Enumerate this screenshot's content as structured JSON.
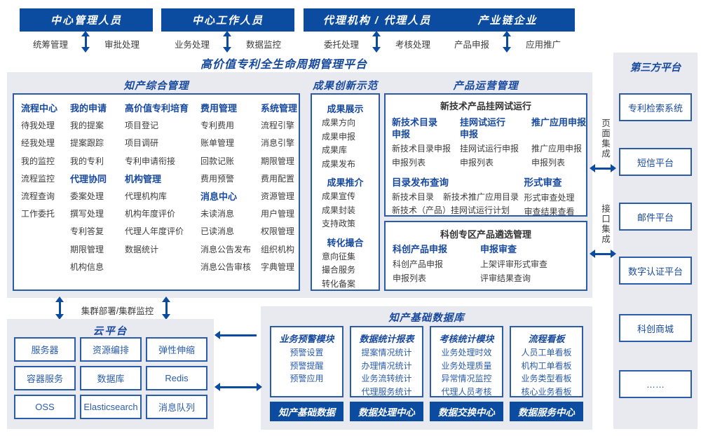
{
  "title": "高价值专利全生命周期管理平台",
  "colors": {
    "primary_blue": "#0c4ca0",
    "border_blue": "#2a5caa",
    "heading_blue": "#17499e",
    "panel_bg": "#e9e9f0",
    "body_text": "#3d3d3d"
  },
  "actors": [
    {
      "label": "中心管理人员",
      "left_tag": "统筹管理",
      "right_tag": "审批处理"
    },
    {
      "label": "中心工作人员",
      "left_tag": "业务处理",
      "right_tag": "数据监控"
    },
    {
      "label": "代理机构 / 代理人员",
      "left_tag": "委托处理",
      "right_tag": "考核处理"
    },
    {
      "label": "产业链企业",
      "left_tag": "产品申报",
      "right_tag": "应用推广"
    }
  ],
  "ip_mgmt": {
    "heading": "知产综合管理",
    "columns": [
      {
        "rows": [
          {
            "t": "流程中心",
            "h": true
          },
          {
            "t": "待我处理"
          },
          {
            "t": "经我处理"
          },
          {
            "t": "我的监控"
          },
          {
            "t": "流程监控"
          },
          {
            "t": "流程查询"
          },
          {
            "t": "工作委托"
          }
        ]
      },
      {
        "rows": [
          {
            "t": "我的申请",
            "h": true
          },
          {
            "t": "我的提案"
          },
          {
            "t": "提案跟踪"
          },
          {
            "t": "我的专利"
          },
          {
            "t": "代理协同",
            "h": true
          },
          {
            "t": "委案处理"
          },
          {
            "t": "撰写处理"
          },
          {
            "t": "专利答复"
          },
          {
            "t": "期限管理"
          },
          {
            "t": "机构信息"
          }
        ]
      },
      {
        "rows": [
          {
            "t": "高价值专利培育",
            "h": true
          },
          {
            "t": "项目登记"
          },
          {
            "t": "项目调研"
          },
          {
            "t": "专利申请衔接"
          },
          {
            "t": "机构管理",
            "h": true
          },
          {
            "t": "代理机构库"
          },
          {
            "t": "机构年度评价"
          },
          {
            "t": "代理人年度评价"
          },
          {
            "t": "数据统计"
          }
        ]
      },
      {
        "rows": [
          {
            "t": "费用管理",
            "h": true
          },
          {
            "t": "专利费用"
          },
          {
            "t": "账单管理"
          },
          {
            "t": "回款记账"
          },
          {
            "t": "费用预警"
          },
          {
            "t": "消息中心",
            "h": true
          },
          {
            "t": "未读消息"
          },
          {
            "t": "已读消息"
          },
          {
            "t": "消息公告发布"
          },
          {
            "t": "消息公告审核"
          }
        ]
      },
      {
        "rows": [
          {
            "t": "系统管理",
            "h": true
          },
          {
            "t": "流程引擎"
          },
          {
            "t": "消息引擎"
          },
          {
            "t": "期限管理"
          },
          {
            "t": "费用配置"
          },
          {
            "t": "资源管理"
          },
          {
            "t": "用户管理"
          },
          {
            "t": "权限管理"
          },
          {
            "t": "组织机构"
          },
          {
            "t": "字典管理"
          }
        ]
      }
    ]
  },
  "achievement": {
    "heading": "成果创新示范",
    "groups": [
      {
        "title": "成果展示",
        "items": [
          "成果方向",
          "成果申报",
          "成果库",
          "成果发布"
        ]
      },
      {
        "title": "成果推介",
        "items": [
          "成果宣传",
          "成果封装",
          "支持政策"
        ]
      },
      {
        "title": "转化撮合",
        "items": [
          "意向征集",
          "撮合服务",
          "转化备案"
        ]
      }
    ]
  },
  "product_ops": {
    "heading": "产品运营管理",
    "trial": {
      "title": "新技术产品挂网试运行",
      "columns": [
        {
          "title": "新技术目录\n申报",
          "items": [
            "新技术目录申报",
            "申报列表"
          ]
        },
        {
          "title": "挂网试运行\n申报",
          "items": [
            "挂网试运行申报",
            "申报列表"
          ]
        },
        {
          "title": "推广应用申报",
          "items": [
            "推广应用申报",
            "申报列表"
          ]
        }
      ],
      "catalog": {
        "title": "目录发布查询",
        "line1": [
          "新技术目录",
          "新技术推广应用目录"
        ],
        "line2": "新技术（产品）挂网试运行计划"
      },
      "review": {
        "title": "形式审查",
        "items": [
          "形式审查处理",
          "审查结果查看"
        ]
      }
    },
    "selection": {
      "title": "科创专区产品遴选管理",
      "columns": [
        {
          "title": "科创产品申报",
          "items": [
            "科创产品申报",
            "申报列表"
          ]
        },
        {
          "title": "申报审查",
          "items": [
            "上架评审形式审查",
            "评审结果查询"
          ]
        }
      ]
    }
  },
  "third_party": {
    "heading": "第三方平台",
    "integrations": [
      "页面集成",
      "接口集成"
    ],
    "platforms": [
      "专利检索系统",
      "短信平台",
      "邮件平台",
      "数字认证平台",
      "科创商城",
      "……"
    ]
  },
  "cluster_label": "集群部署/集群监控",
  "cloud": {
    "heading": "云平台",
    "services": [
      "服务器",
      "资源编排",
      "弹性伸缩",
      "容器服务",
      "数据库",
      "Redis",
      "OSS",
      "Elasticsearch",
      "消息队列"
    ]
  },
  "database": {
    "heading": "知产基础数据库",
    "modules": [
      {
        "title": "业务预警模块",
        "items": [
          "预警设置",
          "预警提醒",
          "预警应用"
        ]
      },
      {
        "title": "数据统计报表",
        "items": [
          "提案情况统计",
          "办理情况统计",
          "业务流转统计",
          "代理服务统计"
        ]
      },
      {
        "title": "考核统计模块",
        "items": [
          "业务处理时效",
          "业务处理质量",
          "异常情况监控",
          "代理人员考核"
        ]
      },
      {
        "title": "流程看板",
        "items": [
          "人员工单看板",
          "机构工单看板",
          "业务类型看板",
          "核心业务看板"
        ]
      }
    ],
    "centers": [
      "知产基础数据",
      "数据处理中心",
      "数据交换中心",
      "数据服务中心"
    ]
  }
}
